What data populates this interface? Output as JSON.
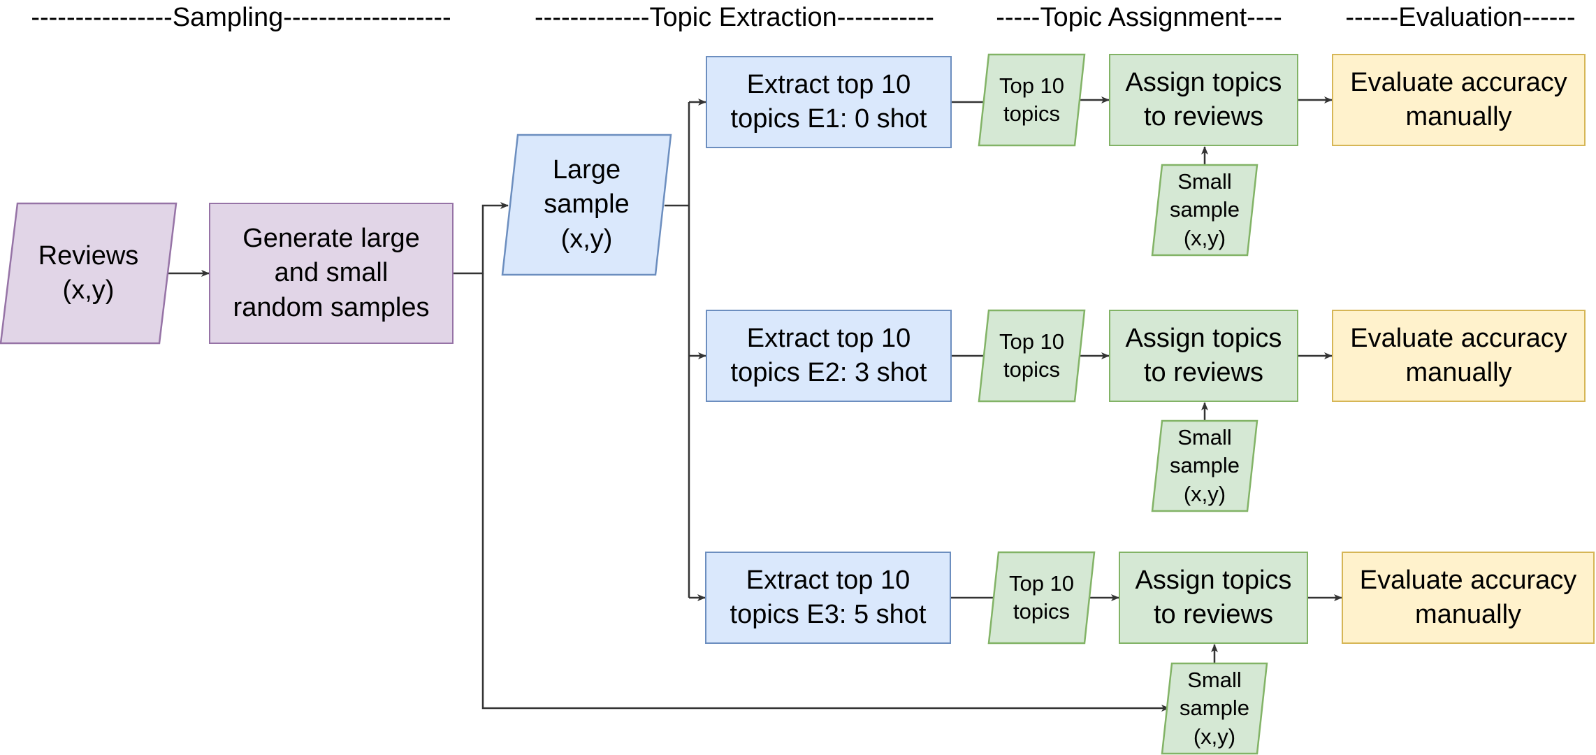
{
  "headers": {
    "sampling": "----------------Sampling-------------------",
    "extraction": "-------------Topic Extraction-----------",
    "assignment": "-----Topic Assignment----",
    "evaluation": "------Evaluation------"
  },
  "nodes": {
    "reviews": "Reviews\n(x,y)",
    "generate": "Generate large\nand small\nrandom samples",
    "large_sample": "Large\nsample\n(x,y)",
    "extract_e1": "Extract top 10\ntopics E1: 0 shot",
    "extract_e2": "Extract top 10\ntopics E2: 3 shot",
    "extract_e3": "Extract top 10\ntopics E3: 5 shot",
    "top10_1": "Top 10\ntopics",
    "top10_2": "Top 10\ntopics",
    "top10_3": "Top 10\ntopics",
    "assign_1": "Assign topics\nto reviews",
    "assign_2": "Assign topics\nto reviews",
    "assign_3": "Assign topics\nto reviews",
    "small_1": "Small\nsample\n(x,y)",
    "small_2": "Small\nsample\n(x,y)",
    "small_3": "Small\nsample\n(x,y)",
    "evaluate_1": "Evaluate accuracy\nmanually",
    "evaluate_2": "Evaluate accuracy\nmanually",
    "evaluate_3": "Evaluate accuracy\nmanually"
  },
  "colors": {
    "purple_fill": "#e1d5e7",
    "purple_stroke": "#9673a6",
    "blue_fill": "#dae8fc",
    "blue_stroke": "#6c8ebf",
    "green_fill": "#d5e8d4",
    "green_stroke": "#82b366",
    "yellow_fill": "#fff2cc",
    "yellow_stroke": "#d6b656",
    "edge": "#333333"
  }
}
